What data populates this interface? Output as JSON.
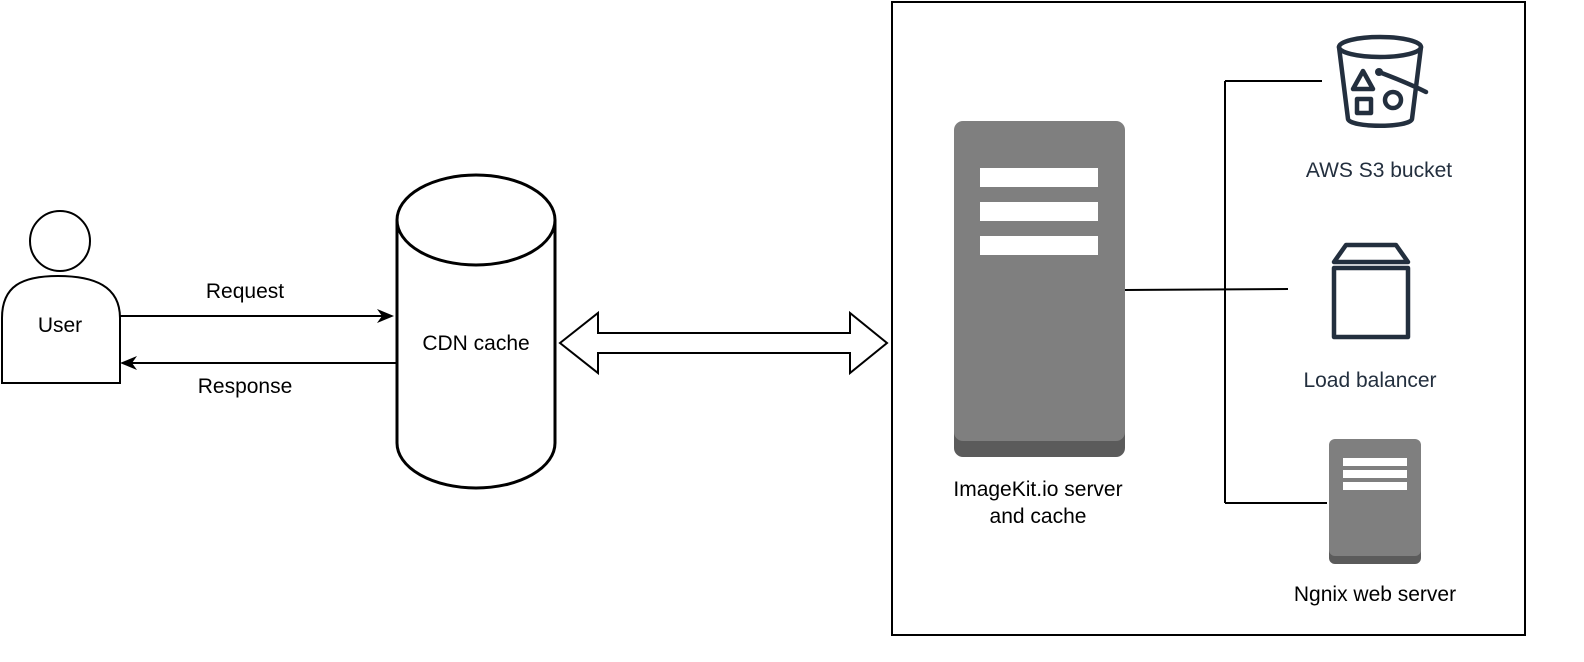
{
  "diagram": {
    "user": {
      "label": "User"
    },
    "flows": {
      "request": "Request",
      "response": "Response"
    },
    "cdn": {
      "label": "CDN cache"
    },
    "server": {
      "label_line1": "ImageKit.io server",
      "label_line2": "and cache"
    },
    "origins": [
      {
        "label": "AWS S3 bucket",
        "icon": "s3-bucket-icon",
        "color": "#232f3e"
      },
      {
        "label": "Load balancer",
        "icon": "load-balancer-icon",
        "color": "#232f3e"
      },
      {
        "label": "Ngnix web server",
        "icon": "server-icon",
        "color": "#000000"
      }
    ],
    "colors": {
      "server_body": "#7f7f7f",
      "server_base": "#5b5b5b",
      "aws_navy": "#232f3e"
    }
  }
}
